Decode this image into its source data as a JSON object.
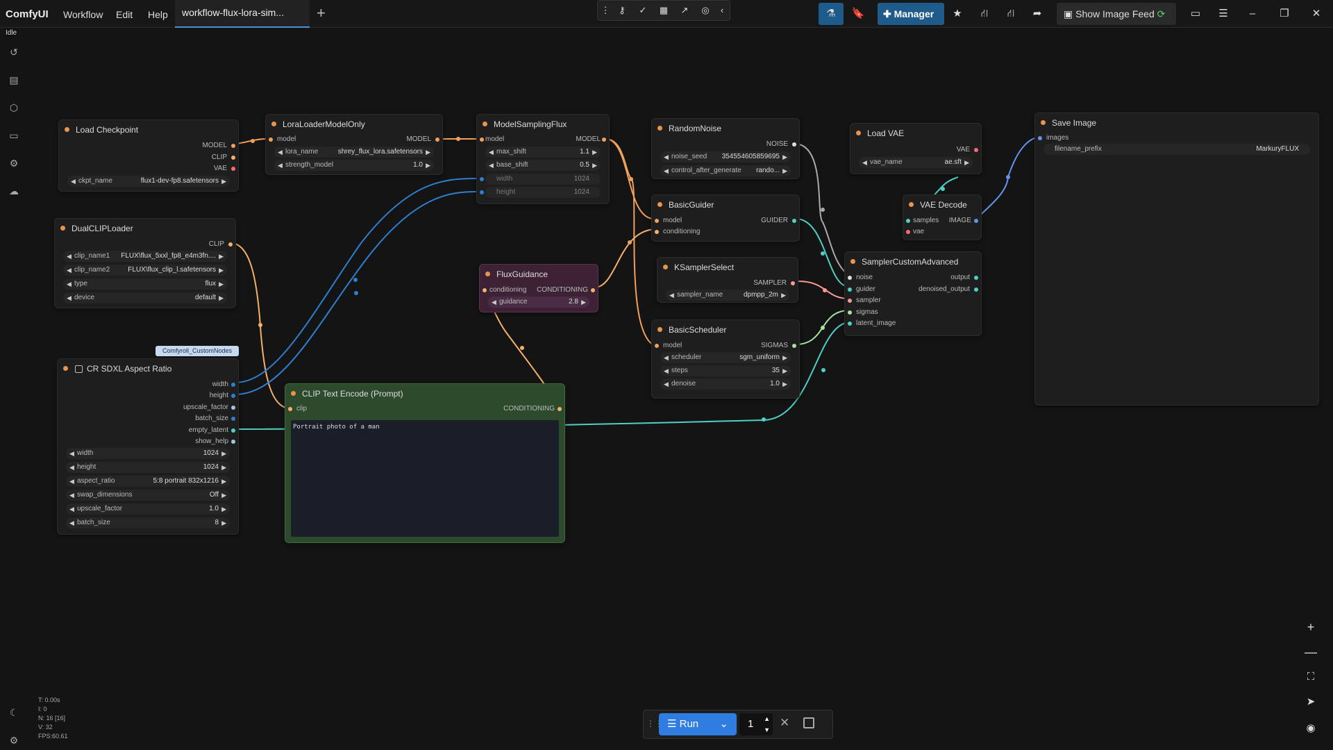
{
  "app": {
    "brand": "ComfyUI",
    "status": "Idle"
  },
  "menu": [
    "Workflow",
    "Edit",
    "Help"
  ],
  "tabs": [
    {
      "label": "workflow-flux-lora-sim..."
    }
  ],
  "toolbar": {
    "manager_label": "Manager",
    "show_image_feed_label": "Show Image Feed"
  },
  "colors": {
    "accent": "#2f7de1",
    "node_dot": "#e8944a",
    "link_model": "#f0a15c",
    "link_clip": "#f5b16a",
    "link_latent": "#4fd1c5",
    "link_vae": "#ff6b6b",
    "link_image": "#6495ed",
    "link_int": "#2f7fd1",
    "flux_guidance_bg": "#3d2236",
    "clip_encode_bg": "#2d4a2d"
  },
  "nodes": {
    "load_checkpoint": {
      "title": "Load Checkpoint",
      "outputs": [
        "MODEL",
        "CLIP",
        "VAE"
      ],
      "widgets": [
        {
          "label": "ckpt_name",
          "value": "flux1-dev-fp8.safetensors"
        }
      ]
    },
    "lora_loader": {
      "title": "LoraLoaderModelOnly",
      "inputs": [
        "model"
      ],
      "outputs": [
        "MODEL"
      ],
      "widgets": [
        {
          "label": "lora_name",
          "value": "shrey_flux_lora.safetensors"
        },
        {
          "label": "strength_model",
          "value": "1.0"
        }
      ]
    },
    "model_sampling_flux": {
      "title": "ModelSamplingFlux",
      "inputs": [
        "model"
      ],
      "outputs": [
        "MODEL"
      ],
      "widgets": [
        {
          "label": "max_shift",
          "value": "1.1"
        },
        {
          "label": "base_shift",
          "value": "0.5"
        },
        {
          "label": "width",
          "value": "1024"
        },
        {
          "label": "height",
          "value": "1024"
        }
      ]
    },
    "random_noise": {
      "title": "RandomNoise",
      "outputs": [
        "NOISE"
      ],
      "widgets": [
        {
          "label": "noise_seed",
          "value": "354554605859695"
        },
        {
          "label": "control_after_generate",
          "value": "rando..."
        }
      ]
    },
    "load_vae": {
      "title": "Load VAE",
      "outputs": [
        "VAE"
      ],
      "widgets": [
        {
          "label": "vae_name",
          "value": "ae.sft"
        }
      ]
    },
    "save_image": {
      "title": "Save Image",
      "inputs": [
        "images"
      ],
      "widgets": [
        {
          "label": "filename_prefix",
          "value": "MarkuryFLUX"
        }
      ]
    },
    "dual_clip": {
      "title": "DualCLIPLoader",
      "outputs": [
        "CLIP"
      ],
      "widgets": [
        {
          "label": "clip_name1",
          "value": "FLUX\\flux_5xxl_fp8_e4m3fn...."
        },
        {
          "label": "clip_name2",
          "value": "FLUX\\flux_clip_l.safetensors"
        },
        {
          "label": "type",
          "value": "flux"
        },
        {
          "label": "device",
          "value": "default"
        }
      ]
    },
    "basic_guider": {
      "title": "BasicGuider",
      "inputs": [
        "model",
        "conditioning"
      ],
      "outputs": [
        "GUIDER"
      ]
    },
    "vae_decode": {
      "title": "VAE Decode",
      "inputs": [
        "samples",
        "vae"
      ],
      "outputs": [
        "IMAGE"
      ]
    },
    "flux_guidance": {
      "title": "FluxGuidance",
      "inputs": [
        "conditioning"
      ],
      "outputs": [
        "CONDITIONING"
      ],
      "widgets": [
        {
          "label": "guidance",
          "value": "2.8"
        }
      ]
    },
    "ksampler_select": {
      "title": "KSamplerSelect",
      "outputs": [
        "SAMPLER"
      ],
      "widgets": [
        {
          "label": "sampler_name",
          "value": "dpmpp_2m"
        }
      ]
    },
    "sampler_custom_advanced": {
      "title": "SamplerCustomAdvanced",
      "inputs": [
        "noise",
        "guider",
        "sampler",
        "sigmas",
        "latent_image"
      ],
      "outputs": [
        "output",
        "denoised_output"
      ]
    },
    "basic_scheduler": {
      "title": "BasicScheduler",
      "inputs": [
        "model"
      ],
      "outputs": [
        "SIGMAS"
      ],
      "widgets": [
        {
          "label": "scheduler",
          "value": "sgm_uniform"
        },
        {
          "label": "steps",
          "value": "35"
        },
        {
          "label": "denoise",
          "value": "1.0"
        }
      ]
    },
    "cr_sdxl": {
      "title": "CR SDXL Aspect Ratio",
      "badge": "Comfyroll_CustomNodes",
      "outputs": [
        "width",
        "height",
        "upscale_factor",
        "batch_size",
        "empty_latent",
        "show_help"
      ],
      "widgets": [
        {
          "label": "width",
          "value": "1024"
        },
        {
          "label": "height",
          "value": "1024"
        },
        {
          "label": "aspect_ratio",
          "value": "5:8 portrait 832x1216"
        },
        {
          "label": "swap_dimensions",
          "value": "Off"
        },
        {
          "label": "upscale_factor",
          "value": "1.0"
        },
        {
          "label": "batch_size",
          "value": "8"
        }
      ]
    },
    "clip_text_encode": {
      "title": "CLIP Text Encode (Prompt)",
      "inputs": [
        "clip"
      ],
      "outputs": [
        "CONDITIONING"
      ],
      "text": "Portrait photo of a man"
    }
  },
  "stats": {
    "t": "T: 0.00s",
    "i": "I: 0",
    "n": "N: 16 [16]",
    "v": "V: 32",
    "fps": "FPS:60.61"
  },
  "run": {
    "label": "Run",
    "count": "1"
  }
}
